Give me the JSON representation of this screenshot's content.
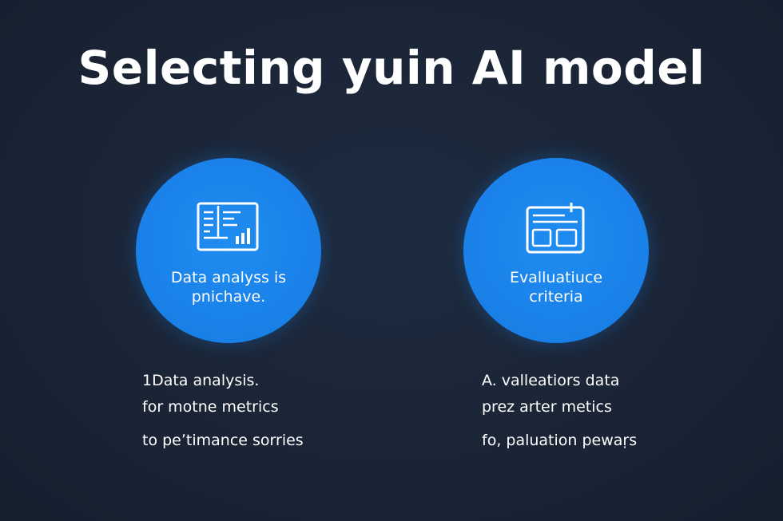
{
  "title": "Selecting yuin AI model",
  "cards": [
    {
      "icon": "dashboard-chart-icon",
      "circle_text_lines": [
        "Data analyss is",
        "pnichave."
      ],
      "notes": [
        "1Data analysis.",
        "for motne metrics",
        "to peʼtimance sorries"
      ]
    },
    {
      "icon": "calendar-grid-icon",
      "circle_text_lines": [
        "Evalluatiuce",
        "criteria"
      ],
      "notes": [
        "A. valleatiors data",
        "prez arter metics",
        "fo, paluation pewaṛs"
      ]
    }
  ],
  "colors": {
    "background": "#1b2638",
    "circle": "#1a82ea",
    "text": "#ffffff"
  }
}
